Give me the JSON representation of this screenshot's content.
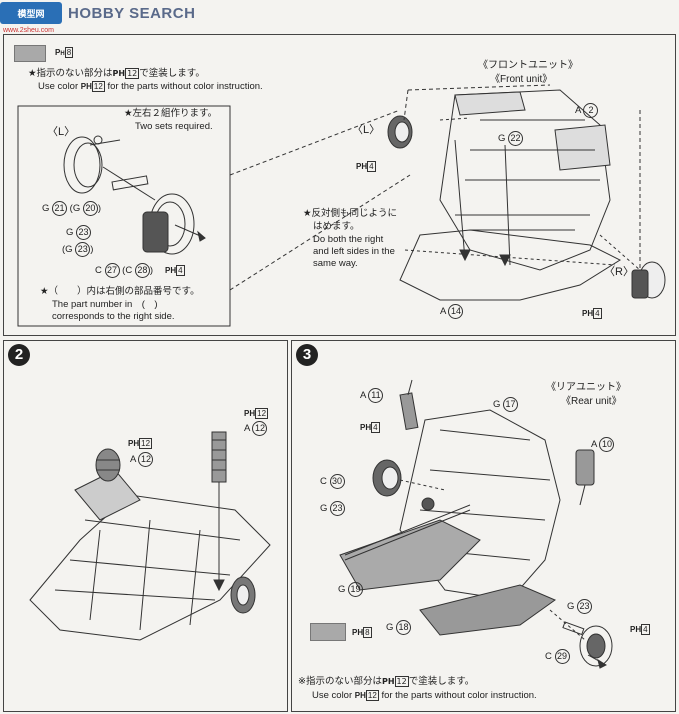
{
  "watermark": {
    "logo_glyphs": "模型网",
    "brand": "HOBBY SEARCH",
    "url": "www.2sheu.com"
  },
  "step1": {
    "swatch_code": "8",
    "note_jp": "★指示のない部分は",
    "note_jp_code": "12",
    "note_jp_tail": "で塗装します。",
    "note_en_pre": "Use color",
    "note_en_code": "12",
    "note_en_tail": "for the parts without color instruction.",
    "front_jp": "《フロントユニット》",
    "front_en": "《Front unit》",
    "label_l": "〈L〉",
    "label_l2": "〈L〉",
    "label_r": "〈R〉",
    "two_sets_jp": "★左右２組作ります。",
    "two_sets_en": "Two sets required.",
    "both_sides_jp1": "★反対側も同じように",
    "both_sides_jp2": "はめます。",
    "both_sides_en1": "Do both the right",
    "both_sides_en2": "and left sides in the",
    "both_sides_en3": "same way.",
    "paren_jp": "★（　　）内は右側の部品番号です。",
    "paren_en1": "The part number in　(　)",
    "paren_en2": "corresponds to the right side.",
    "parts": {
      "g21": "G",
      "g21n": "21",
      "g20n": "20",
      "g23": "G",
      "g23n": "23",
      "g23rn": "23",
      "c27": "C",
      "c27n": "27",
      "c28n": "28",
      "ph4a": "4",
      "ph4b": "4",
      "ph4c": "4",
      "a2": "A",
      "a2n": "2",
      "g22": "G",
      "g22n": "22",
      "a14": "A",
      "a14n": "14"
    }
  },
  "step2": {
    "number": "2",
    "ph12a": "12",
    "a12a": "A",
    "a12an": "12",
    "ph12b": "12",
    "a12b": "A",
    "a12bn": "12"
  },
  "step3": {
    "number": "3",
    "rear_jp": "《リアユニット》",
    "rear_en": "《Rear unit》",
    "a11": "A",
    "a11n": "11",
    "g17": "G",
    "g17n": "17",
    "ph4a": "4",
    "a10": "A",
    "a10n": "10",
    "c30": "C",
    "c30n": "30",
    "g23a": "G",
    "g23an": "23",
    "g19": "G",
    "g19n": "19",
    "g18": "G",
    "g18n": "18",
    "g23b": "G",
    "g23bn": "23",
    "ph4b": "4",
    "c29": "C",
    "c29n": "29",
    "swatch_code": "8",
    "note_jp": "※指示のない部分は",
    "note_jp_code": "12",
    "note_jp_tail": "で塗装します。",
    "note_en_pre": "Use color",
    "note_en_code": "12",
    "note_en_tail": "for the parts without color instruction."
  }
}
